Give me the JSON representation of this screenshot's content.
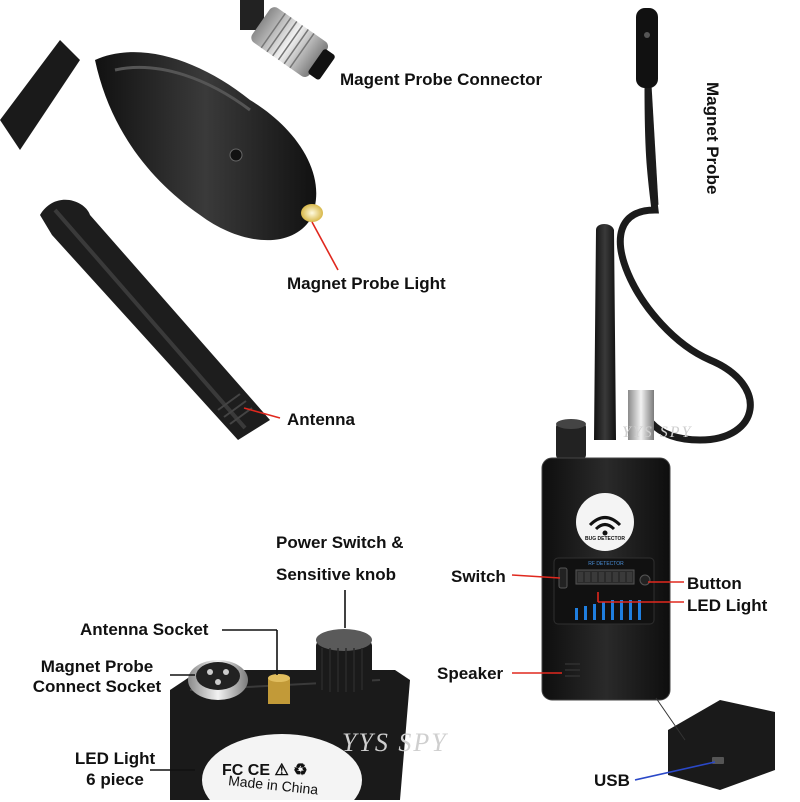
{
  "labels": {
    "probe_connector": "Magent Probe Connector",
    "probe_light": "Magnet Probe Light",
    "antenna": "Antenna",
    "magnet_probe": "Magnet Probe",
    "power_switch_line1": "Power Switch &",
    "power_switch_line2": "Sensitive knob",
    "switch": "Switch",
    "button": "Button",
    "led_light": "LED Light",
    "speaker": "Speaker",
    "usb": "USB",
    "antenna_socket": "Antenna Socket",
    "probe_socket_line1": "Magnet Probe",
    "probe_socket_line2": "Connect  Socket",
    "led_light_6_line1": "LED Light",
    "led_light_6_line2": "6 piece"
  },
  "device": {
    "badge_text": "BUG DETECTOR",
    "panel_text": "RF DETECTOR",
    "cert_marks": "FC CE ⚠ ♻",
    "made_in": "Made in China"
  },
  "watermark": "YYS SPY",
  "colors": {
    "label_text": "#111111",
    "leader_red": "#e0281e",
    "leader_blue": "#2a48c8",
    "device_body": "#1c1c1c",
    "led_blue": "#1f7fe0"
  }
}
